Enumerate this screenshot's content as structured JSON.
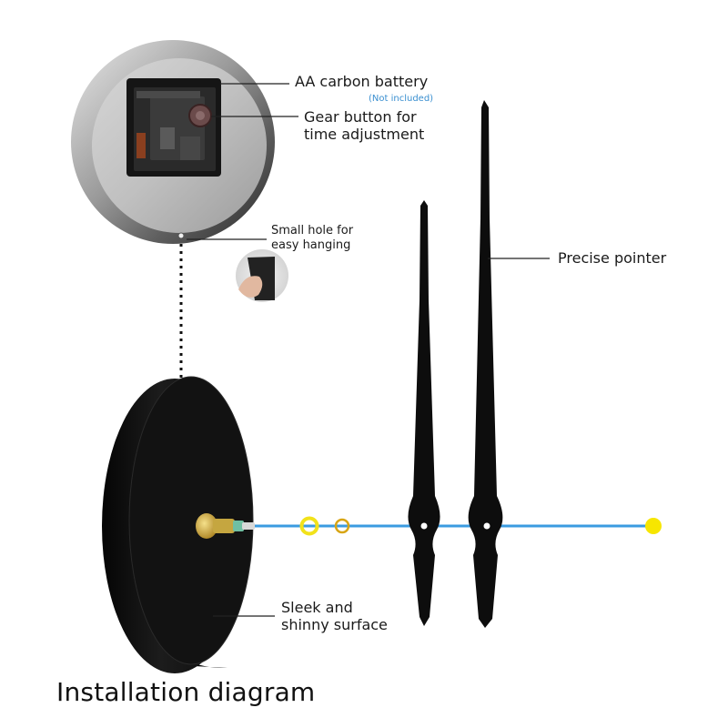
{
  "labels": {
    "battery": "AA carbon battery",
    "battery_note": "(Not included)",
    "gear_line1": "Gear button for",
    "gear_line2": "time adjustment",
    "hole_line1": "Small hole for",
    "hole_line2": "easy hanging",
    "pointer": "Precise pointer",
    "surface_line1": "Sleek and",
    "surface_line2": "shinny surface"
  },
  "title": "Installation diagram",
  "colors": {
    "axis_line": "#3b9be0",
    "washer_yellow": "#f2e21a",
    "washer_gold": "#d8a514",
    "hand_black": "#0d0d0d",
    "body_black": "#111111",
    "metal": "#b8b8b8"
  }
}
